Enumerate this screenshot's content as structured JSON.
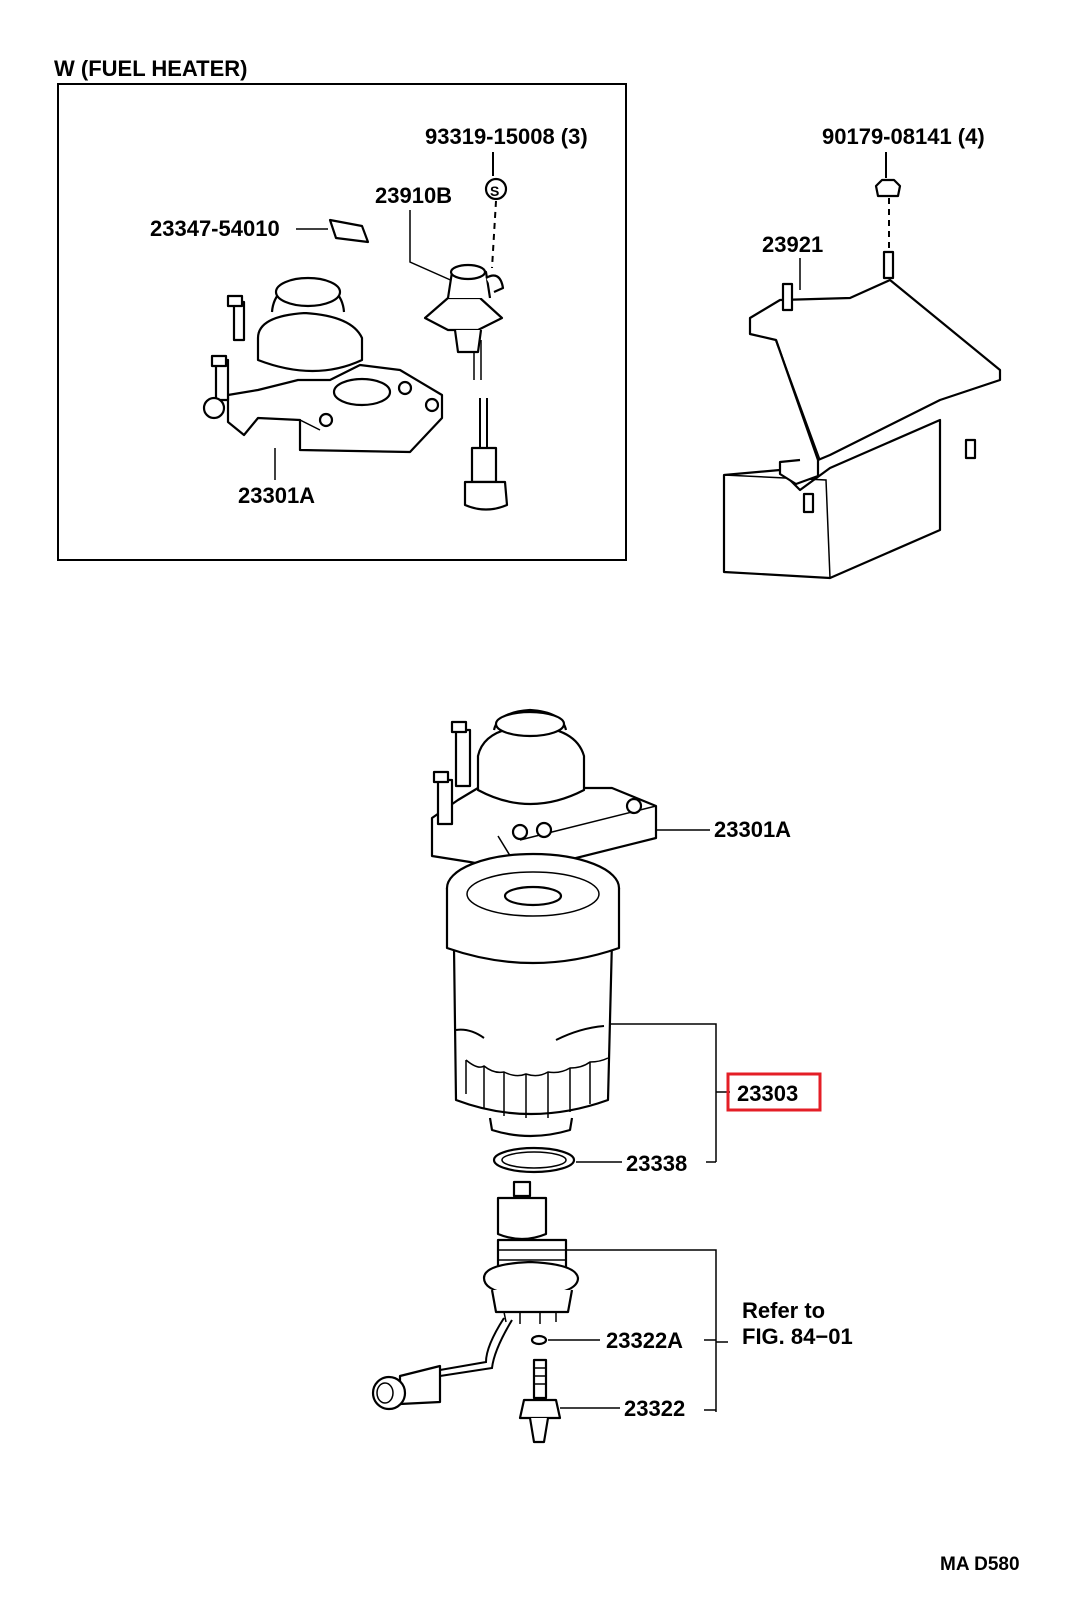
{
  "figure": {
    "inset_title": "W (FUEL HEATER)",
    "figure_code": "MA D580"
  },
  "colors": {
    "highlight": "#e41e26",
    "ink": "#000000",
    "paper": "#ffffff"
  },
  "labels": {
    "part_93319": "93319-15008 (3)",
    "part_90179": "90179-08141 (4)",
    "part_23910b": "23910B",
    "part_23347": "23347-54010",
    "part_23921": "23921",
    "part_23301a_inset": "23301A",
    "part_23301a_main": "23301A",
    "part_23303": "23303",
    "part_23338": "23338",
    "part_23322a": "23322A",
    "part_23322": "23322",
    "refer_line1": "Refer to",
    "refer_line2": "FIG. 84−01"
  }
}
